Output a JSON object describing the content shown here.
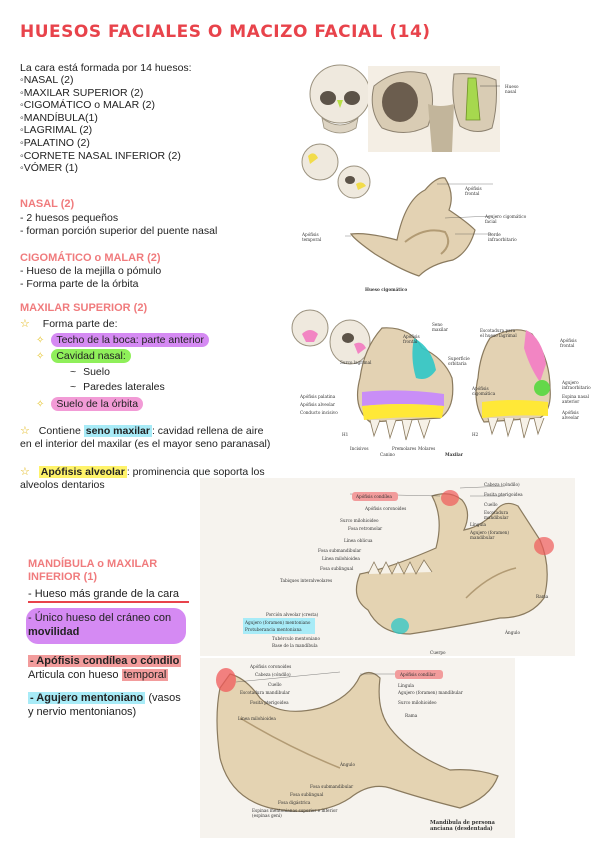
{
  "title": "HUESOS FACIALES O MACIZO FACIAL (14)",
  "intro": "La cara está formada por 14 huesos:",
  "bones": [
    "◦NASAL (2)",
    "◦MAXILAR SUPERIOR (2)",
    "◦CIGOMÁTICO o MALAR (2)",
    "◦MANDÍBULA(1)",
    "◦LAGRIMAL (2)",
    "◦PALATINO (2)",
    "◦CORNETE NASAL INFERIOR (2)",
    "◦VÓMER (1)"
  ],
  "nasal": {
    "heading": "NASAL (2)",
    "lines": [
      "- 2 huesos pequeños",
      "- forman porción superior del puente nasal"
    ]
  },
  "cigomatico": {
    "heading": "CIGOMÁTICO o MALAR (2)",
    "lines": [
      "- Hueso de la mejilla o pómulo",
      "- Forma parte de la órbita"
    ]
  },
  "maxilar": {
    "heading": "MAXILAR SUPERIOR (2)",
    "forma": "Forma parte de:",
    "techo": "Techo de la boca: parte anterior",
    "cavidad": "Cavidad nasal:",
    "suelo": "Suelo",
    "paredes": "Paredes laterales",
    "suelo_orbita": "Suelo de la órbita",
    "contiene_pre": "Contiene ",
    "seno": "seno maxilar",
    "contiene_post": ": cavidad rellena de aire",
    "contiene_line2": "en el interior del maxilar (es el mayor seno paranasal)",
    "apofisis": "Apófisis alveolar",
    "apofisis_post": ": prominencia que soporta los",
    "apofisis_line2": "alveolos dentarios"
  },
  "mandibula": {
    "heading1": "MANDÍBULA o MAXILAR",
    "heading2": "INFERIOR (1)",
    "hueso_mas": "- Hueso más grande de la cara",
    "unico1": "- Único hueso del cráneo con",
    "unico2": "movilidad",
    "condilea": "- Apófisis condílea o cóndilo",
    "articula": "Articula con hueso ",
    "temporal": "temporal",
    "agujero": "- Agujero mentoniano",
    "agujero_post": " (vasos",
    "agujero_line2": "y nervio mentonianos)"
  },
  "figures": {
    "nasal_labels": [
      "Hueso",
      "nasal"
    ],
    "cigomatico_labels": [
      "Apófisis",
      "frontal",
      "Agujero cigomático",
      "facial",
      "Borde",
      "infraorbitario",
      "Apófisis",
      "temporal",
      "Hueso cigomático"
    ],
    "maxilar_labels": [
      "Seno",
      "maxilar",
      "Apófisis",
      "frontal",
      "Surco lagrimal",
      "Superficie",
      "orbitaria",
      "Apófisis palatina",
      "Apófisis alveolar",
      "Conducto incisivo",
      "Escotadura para",
      "el hueso lagrimal",
      "Apófisis",
      "frontal",
      "Agujero",
      "infraorbitario",
      "Espina nasal",
      "anterior",
      "Apófisis",
      "alveolar",
      "Apófisis",
      "cigomática",
      "Incisivos",
      "Canino",
      "Premolares",
      "Molares",
      "Maxilar",
      "H1",
      "H2"
    ],
    "mandibula_labels": [
      "Apófisis condílea",
      "Apófisis coronoides",
      "Surco milohioideo",
      "Fosa retromolar",
      "Línea oblicua",
      "Fosa submandibular",
      "Línea milohioidea",
      "Fosa sublingual",
      "Tabiques interalveolares",
      "Cabeza (cóndilo)",
      "Fosita pterigoidea",
      "Cuello",
      "Escotadura",
      "mandibular",
      "Língula",
      "Agujero (foramen)",
      "mandibular",
      "Rama",
      "Porción alveolar (cresta)",
      "Agujero (foramen) mentoniano",
      "Protuberancia mentoniana",
      "Tubérculo mentoniano",
      "Base de la mandíbula",
      "Cuerpo",
      "Ángulo"
    ],
    "mandibula2_labels": [
      "Apófisis coronoides",
      "Cabeza (cóndilo)",
      "Cuello",
      "Escotadura mandibular",
      "Fosita pterigoidea",
      "Línea milohioidea",
      "Apófisis condilar",
      "Língula",
      "Agujero (foramen) mandibular",
      "Surco milohioideo",
      "Rama",
      "Ángulo",
      "Fosa submandibular",
      "Fosa sublingual",
      "Fosa digástrica",
      "Espinas mentonianas superior e inferior",
      "(espinas geni)",
      "Mandíbula de persona",
      "anciana (desdentada)"
    ]
  },
  "colors": {
    "title": "#e8434b",
    "section": "#f07b7d",
    "purple": "#d58af3",
    "green": "#8fef5a",
    "pink": "#f29bd6",
    "blue": "#a8ebf7",
    "yellow": "#fff36a",
    "red": "#f29c9c"
  }
}
